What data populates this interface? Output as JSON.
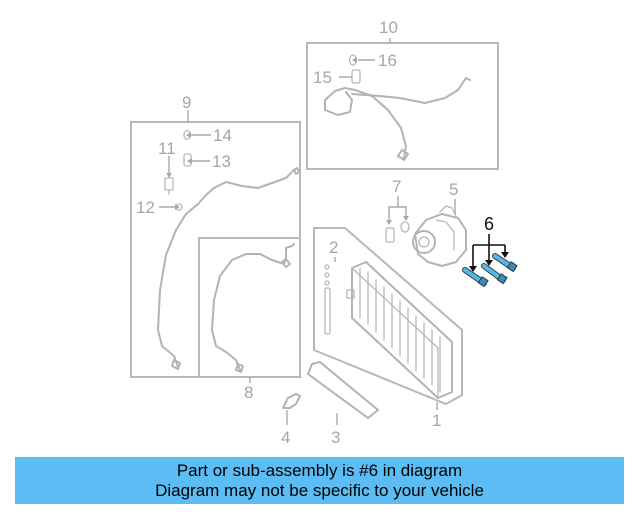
{
  "diagram": {
    "callouts": {
      "c1": "1",
      "c2": "2",
      "c3": "3",
      "c4": "4",
      "c5": "5",
      "c6": "6",
      "c7": "7",
      "c8": "8",
      "c9": "9",
      "c10": "10",
      "c11": "11",
      "c12": "12",
      "c13": "13",
      "c14": "14",
      "c15": "15",
      "c16": "16"
    },
    "highlighted_part": "6",
    "colors": {
      "line_art": "#b3b3b3",
      "highlight_part": "#4aa8d8",
      "highlight_label": "#111111",
      "banner": "#5bbdf3"
    }
  },
  "banner": {
    "line1": "Part or sub-assembly is #6 in diagram",
    "line2": "Diagram may not be specific to your vehicle"
  }
}
